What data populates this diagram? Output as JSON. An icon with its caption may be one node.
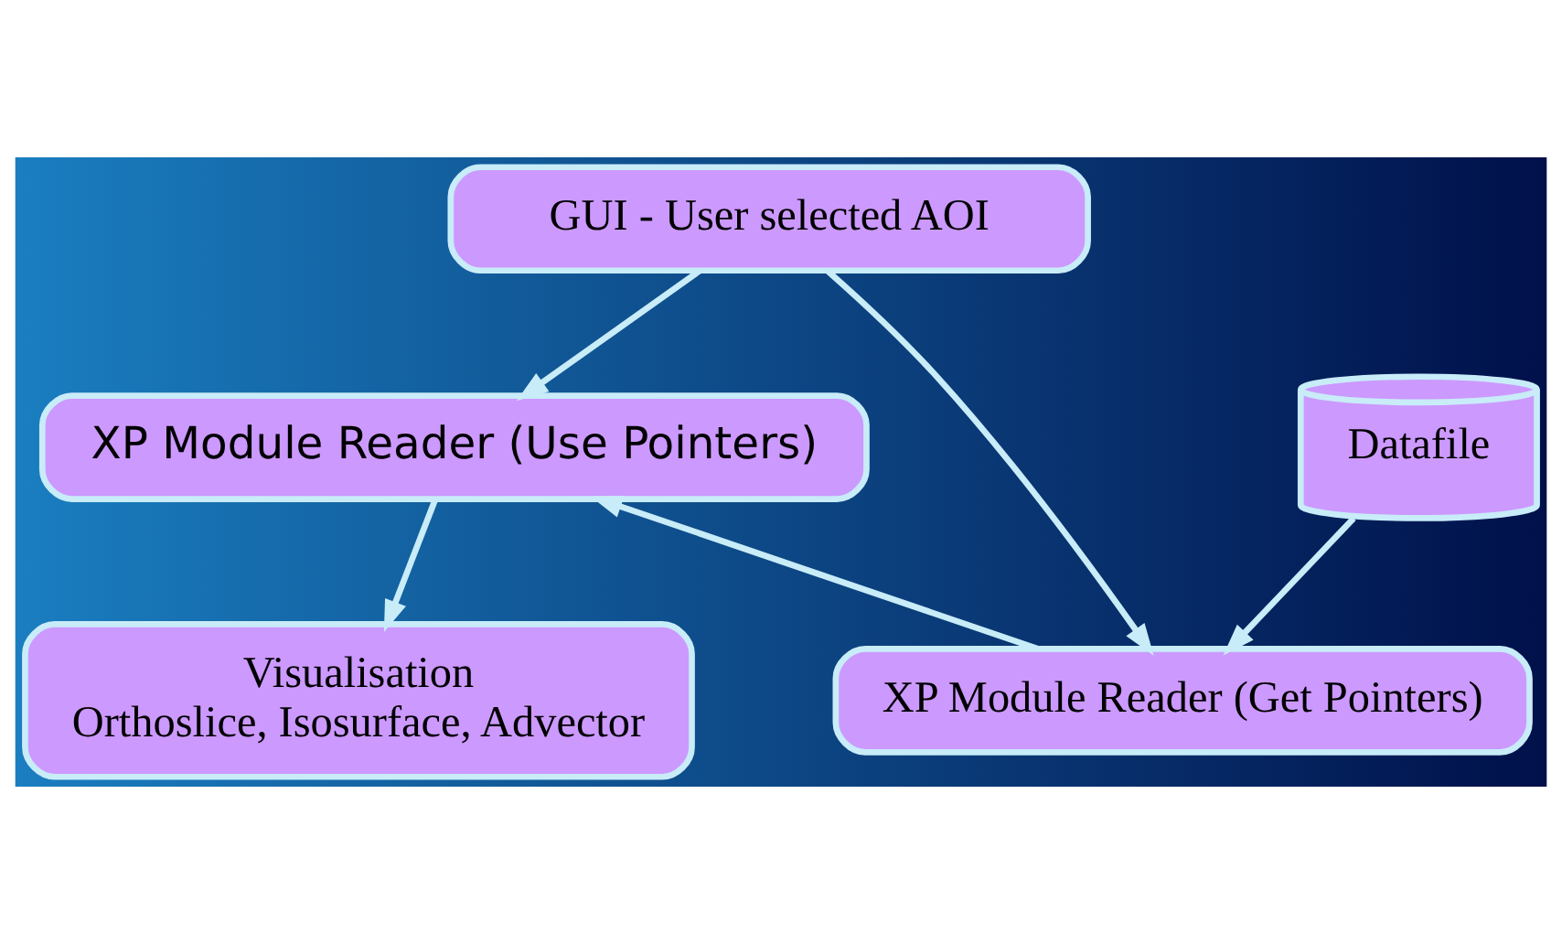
{
  "diagram": {
    "nodes": [
      {
        "text": [
          "GUI - User selected AOI"
        ]
      },
      {
        "text": [
          "Datafile"
        ]
      },
      {
        "text": [
          "XP Module Reader (Use Pointers)"
        ]
      },
      {
        "text": [
          "XP Module Reader (Get Pointers)"
        ]
      },
      {
        "text": [
          "Visualisation",
          "Orthoslice, Isosurface, Advector"
        ]
      }
    ],
    "edges": [
      {
        "from": 0,
        "to": 3,
        "arrow": "to"
      },
      {
        "from": 0,
        "to": 2,
        "arrow": "to"
      },
      {
        "from": 1,
        "to": 3,
        "arrow": "to"
      },
      {
        "from": 3,
        "to": 2,
        "arrow": "to"
      },
      {
        "from": 2,
        "to": 4,
        "arrow": "to"
      }
    ]
  }
}
